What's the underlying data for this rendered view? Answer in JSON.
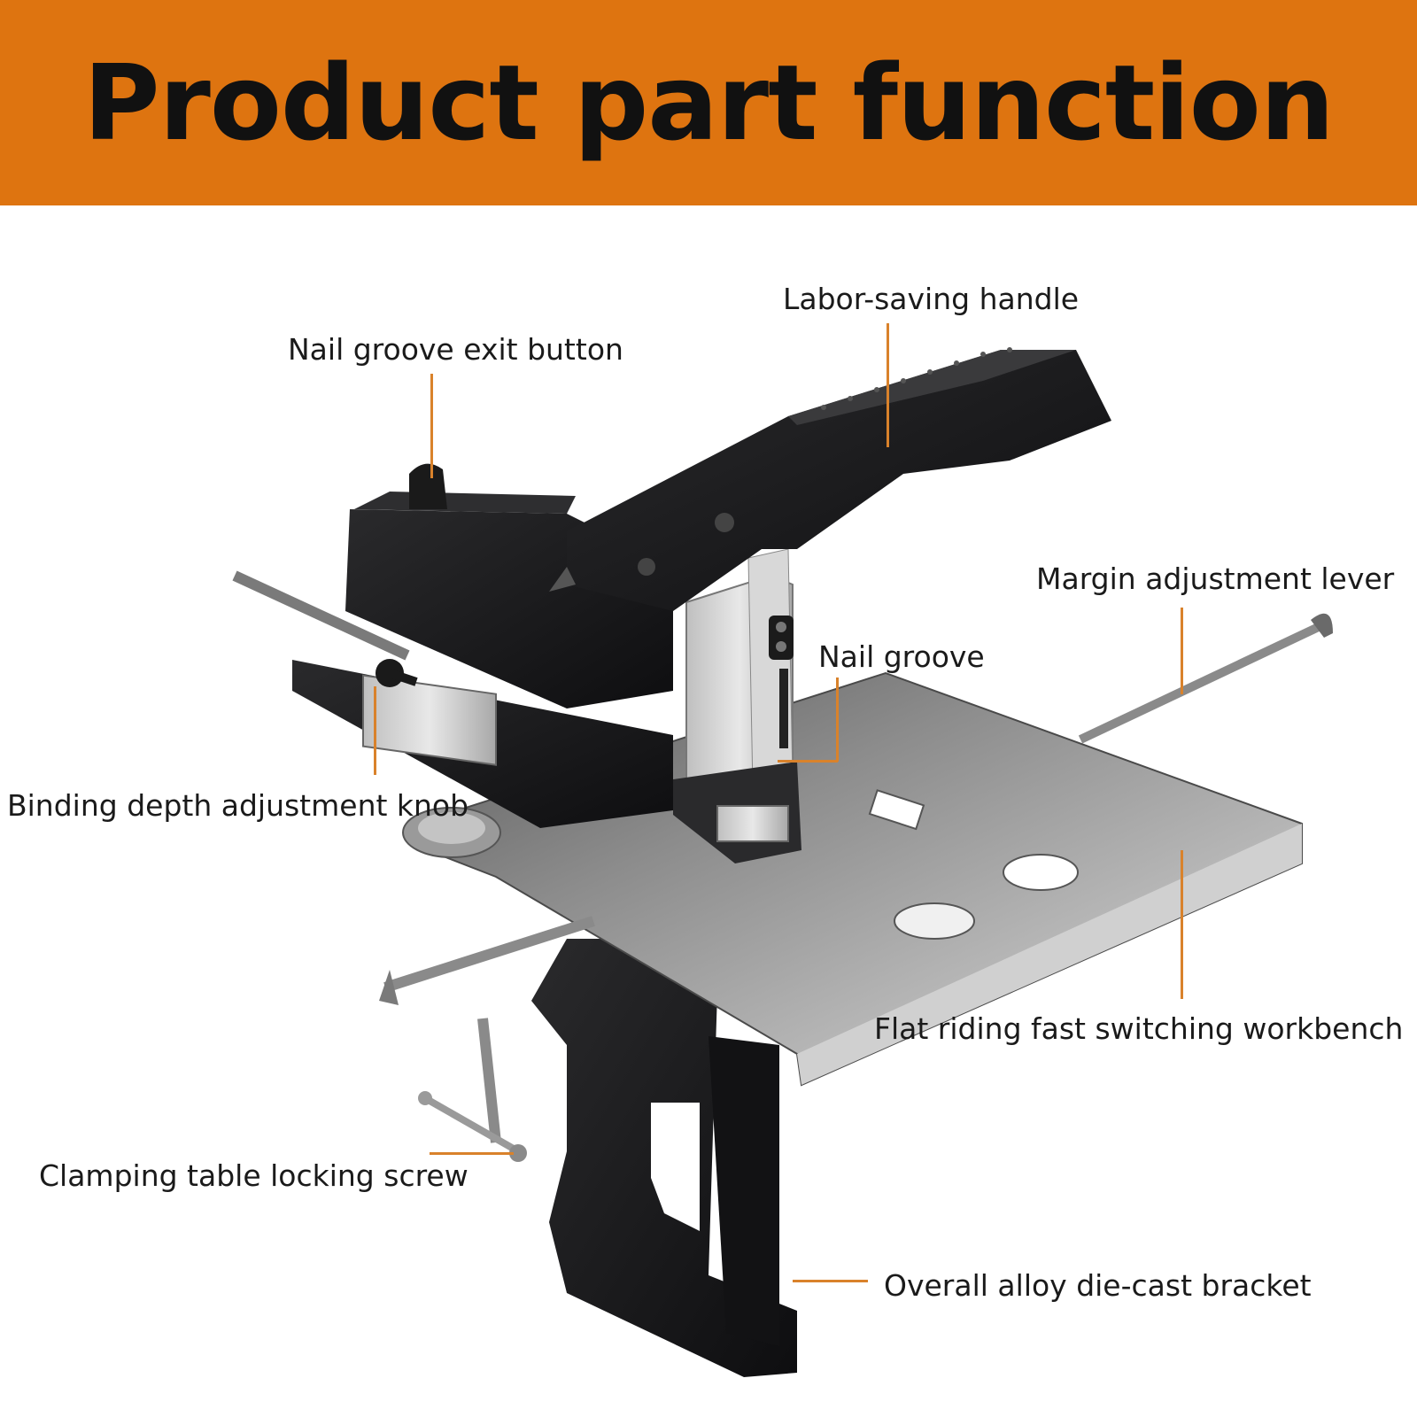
{
  "header": {
    "title": "Product part function",
    "background_color": "#de7410"
  },
  "callouts": {
    "labor_saving_handle": "Labor-saving handle",
    "nail_groove_exit_button": "Nail groove exit button",
    "margin_adjustment_lever": "Margin adjustment lever",
    "nail_groove": "Nail groove",
    "binding_depth_adjustment_knob": "Binding depth adjustment knob",
    "flat_riding_workbench": "Flat riding fast switching workbench",
    "clamping_table_locking_screw": "Clamping table locking screw",
    "overall_bracket": "Overall alloy die-cast bracket"
  },
  "colors": {
    "leader_line": "#d9822b",
    "body_dark": "#1c1c1e",
    "metal": "#9a9a9a"
  }
}
